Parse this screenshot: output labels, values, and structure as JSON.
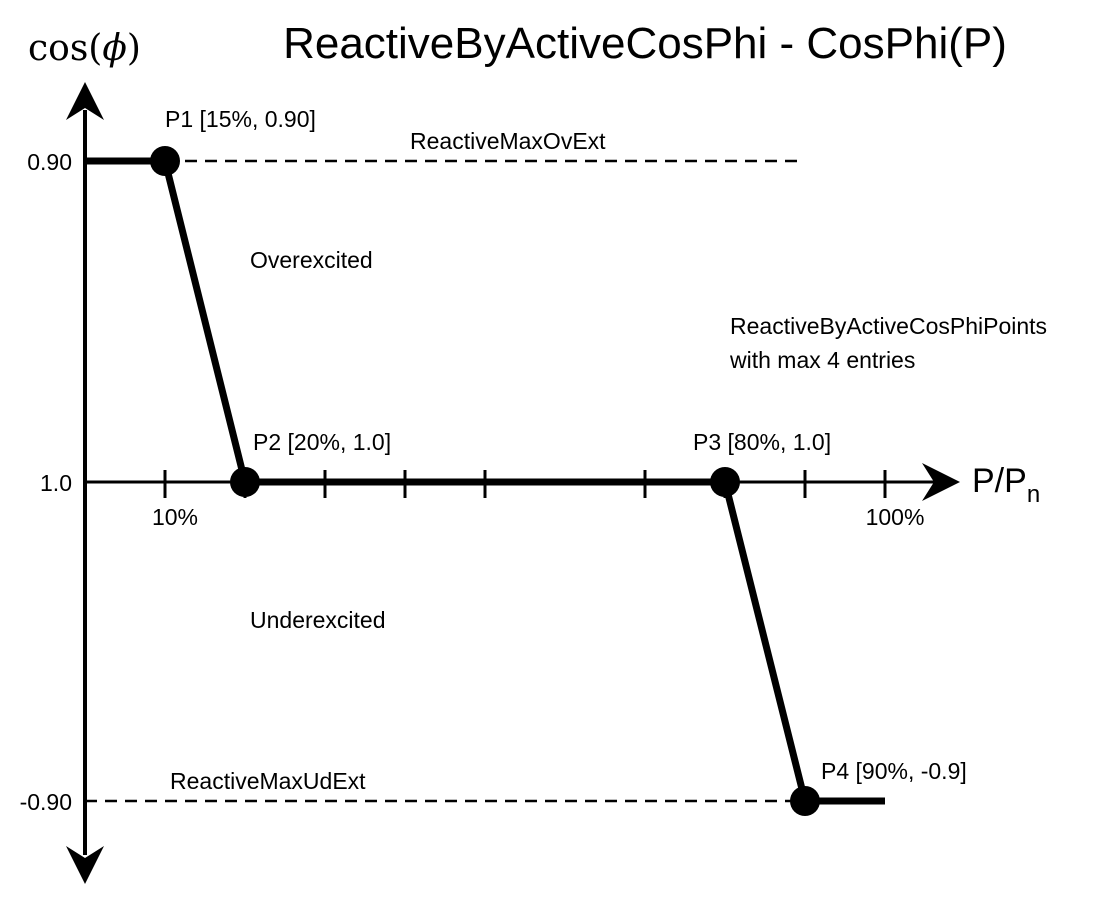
{
  "chart_data": {
    "type": "line",
    "title": "ReactiveByActiveCosPhi - CosPhi(P)",
    "ylabel": {
      "prefix": "cos(",
      "symbol": "ϕ",
      "suffix": ")"
    },
    "xlabel": {
      "base": "P/P",
      "sub": "n"
    },
    "xlim": [
      0,
      100
    ],
    "yticks": [
      {
        "value": 0.9,
        "label": "0.90",
        "side": "over"
      },
      {
        "value": 1.0,
        "label": "1.0",
        "side": "neutral"
      },
      {
        "value": -0.9,
        "label": "-0.90",
        "side": "under"
      }
    ],
    "xticks": [
      10,
      20,
      30,
      40,
      50,
      70,
      80,
      90,
      100
    ],
    "xtick_labels": [
      {
        "value": 10,
        "label": "10%"
      },
      {
        "value": 100,
        "label": "100%"
      }
    ],
    "series": [
      {
        "x": [
          0,
          10,
          20,
          80,
          90,
          100
        ],
        "y": [
          0.9,
          0.9,
          1.0,
          1.0,
          -0.9,
          -0.9
        ],
        "side": [
          "over",
          "over",
          "neutral",
          "neutral",
          "under",
          "under"
        ]
      }
    ],
    "points": [
      {
        "label": "P1 [15%, 0.90]",
        "x": 10,
        "y": 0.9,
        "side": "over"
      },
      {
        "label": "P2 [20%, 1.0]",
        "x": 20,
        "y": 1.0,
        "side": "neutral"
      },
      {
        "label": "P3 [80%, 1.0]",
        "x": 80,
        "y": 1.0,
        "side": "neutral"
      },
      {
        "label": "P4 [90%, -0.9]",
        "x": 90,
        "y": -0.9,
        "side": "under"
      }
    ],
    "reference_lines": [
      {
        "label": "ReactiveMaxOvExt",
        "y": 0.9,
        "side": "over",
        "x_from": 0,
        "x_to": 89,
        "style": "dashed"
      },
      {
        "label": "ReactiveMaxUdExt",
        "y": -0.9,
        "side": "under",
        "x_from": 0,
        "x_to": 90,
        "style": "dashed"
      }
    ],
    "annotations": [
      {
        "text": "Overexcited"
      },
      {
        "text": "Underexcited"
      },
      {
        "text": "ReactiveByActiveCosPhiPoints"
      },
      {
        "text": "with max 4 entries"
      }
    ],
    "grid": false,
    "legend": "none"
  }
}
